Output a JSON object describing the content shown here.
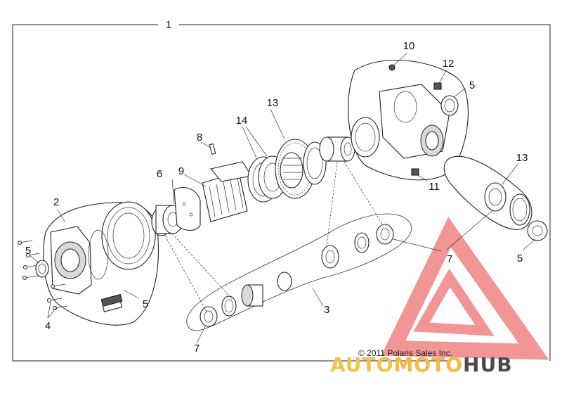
{
  "callouts": {
    "c1": "1",
    "c2": "2",
    "c3": "3",
    "c4": "4",
    "c5a": "5",
    "c5b": "5",
    "c5c": "5",
    "c5d": "5",
    "c6": "6",
    "c7a": "7",
    "c7b": "7",
    "c8": "8",
    "c9": "9",
    "c10": "10",
    "c11": "11",
    "c12": "12",
    "c13a": "13",
    "c13b": "13",
    "c14": "14"
  },
  "copyright": "© 2011 Polaris Sales Inc.",
  "watermark": {
    "part1": "AUTO",
    "part2": "MOTO",
    "part3": "HUB",
    "colors": {
      "orange": "#f5a623",
      "yellow": "#f2c94c",
      "gray": "#4a4a4a",
      "red": "#e84040"
    }
  }
}
